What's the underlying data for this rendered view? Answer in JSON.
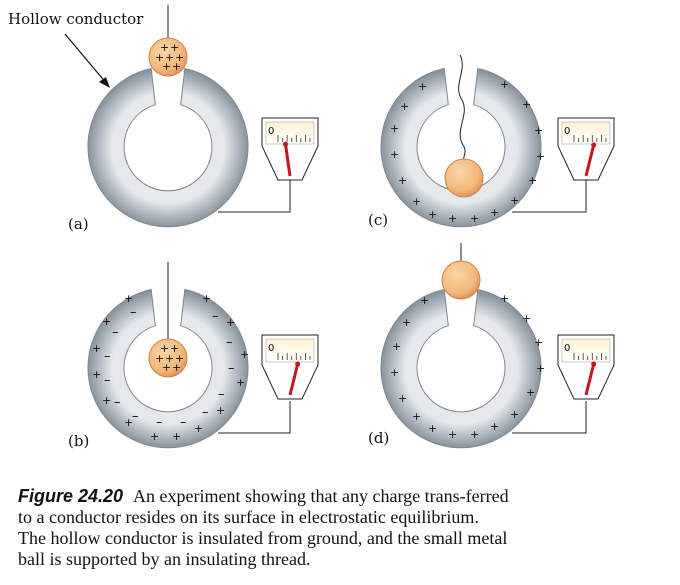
{
  "labels": {
    "hollow_conductor": "Hollow conductor",
    "panel_a": "(a)",
    "panel_b": "(b)",
    "panel_c": "(c)",
    "panel_d": "(d)",
    "meter_zero": "0",
    "plus": "+",
    "minus": "–"
  },
  "caption": {
    "figure_label": "Figure 24.20",
    "lines": [
      "An experiment showing that any charge trans-ferred",
      "to a conductor resides on its surface in electrostatic equilibrium.",
      "The hollow conductor is insulated from ground, and the small metal",
      "ball is supported by an insulating thread."
    ]
  },
  "meter_readings": {
    "a": 0,
    "b": 0.55,
    "c": 0.55,
    "d": 0.55
  },
  "colors": {
    "conductor": "#b3bcc4",
    "conductor_shadow": "#8a949e",
    "ball": "#f3b77a",
    "ball_edge": "#c9824a",
    "meter_face": "#fdf4d2",
    "needle": "#c4161c",
    "text": "#111111"
  }
}
